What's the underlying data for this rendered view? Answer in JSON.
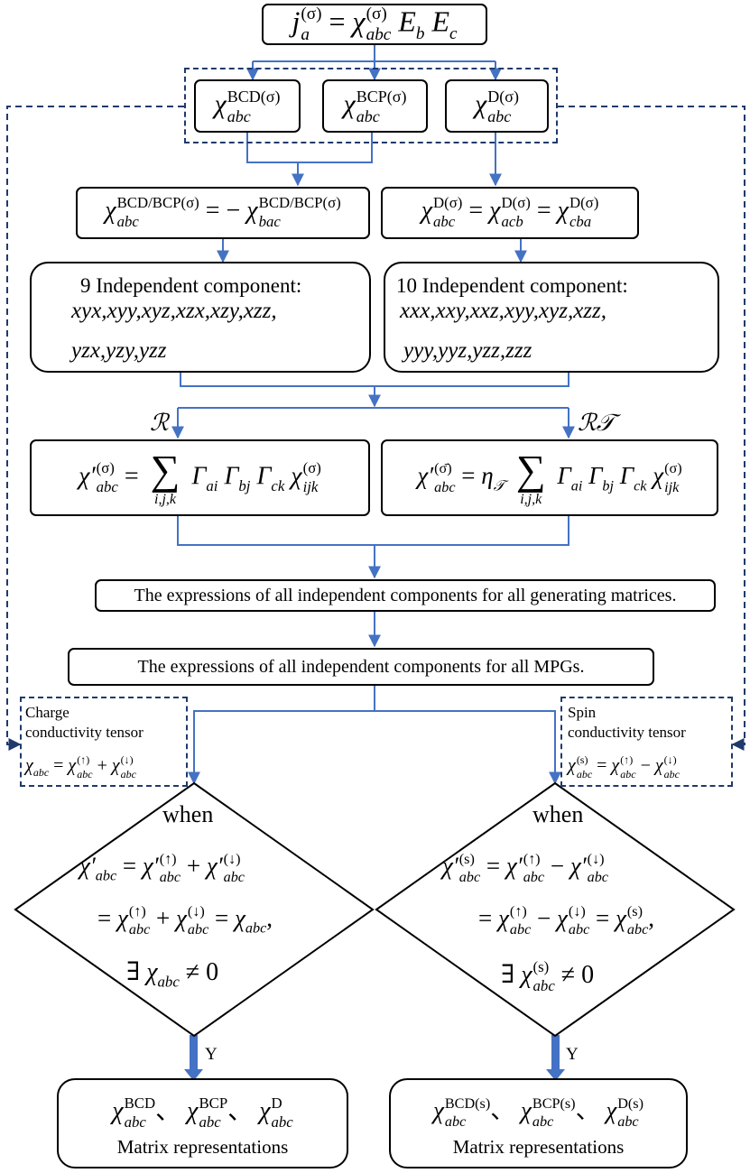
{
  "top": {
    "lhs_base": "j",
    "lhs_sub": "a",
    "lhs_sup": "(σ)",
    "eq": "=",
    "chi": "χ",
    "chi_sup": "(σ)",
    "chi_sub": "abc",
    "E": "E",
    "Eb_sub": "b",
    "Ec_sub": "c"
  },
  "types": [
    {
      "sup": "BCD(σ)",
      "sub": "abc"
    },
    {
      "sup": "BCP(σ)",
      "sub": "abc"
    },
    {
      "sup": "D(σ)",
      "sub": "abc"
    }
  ],
  "sym_left": {
    "sup": "BCD/BCP(σ)",
    "sub1": "abc",
    "eq": "= −",
    "sub2": "bac"
  },
  "sym_right": {
    "sup": "D(σ)",
    "sub1": "abc",
    "sub2": "acb",
    "sub3": "cba",
    "eq": "="
  },
  "indep_left": {
    "title": "9 Independent component:",
    "line1": "xyx,xyy,xyz,xzx,xzy,xzz,",
    "line2": "yzx,yzy,yzz"
  },
  "indep_right": {
    "title": "10 Independent component:",
    "line1": "xxx,xxy,xxz,xyy,xyz,xzz,",
    "line2": "yyy,yyz,yzz,zzz"
  },
  "ops": {
    "left": "ℛ",
    "right": "ℛ𝒯"
  },
  "transform_left": {
    "chi": "χ′",
    "sup": "(σ)",
    "sub": "abc",
    "eq": "=",
    "sum_limits": "i,j,k",
    "gamma": "Γ",
    "g1": "ai",
    "g2": "bj",
    "g3": "ck",
    "tail_sup": "(σ)",
    "tail_sub": "ijk"
  },
  "transform_right": {
    "chi": "χ′",
    "sup": "(σ̄)",
    "sub": "abc",
    "eq": "=",
    "eta": "η",
    "eta_sub": "𝒯",
    "sum_limits": "i,j,k",
    "gamma": "Γ",
    "g1": "ai",
    "g2": "bj",
    "g3": "ck",
    "tail_sup": "(σ)",
    "tail_sub": "ijk"
  },
  "expr_generating": "The expressions of all independent components for all generating matrices.",
  "expr_mpgs": "The expressions of all independent components for  all MPGs.",
  "charge": {
    "line1": "Charge",
    "line2": "conductivity tensor",
    "chi": "χ",
    "sub": "abc",
    "eq": "=",
    "plus": "+",
    "up": "(↑)",
    "down": "(↓)"
  },
  "spin": {
    "line1": "Spin",
    "line2": "conductivity tensor",
    "chi": "χ",
    "sub": "abc",
    "sup": "(s)",
    "eq": "=",
    "minus": "−",
    "up": "(↑)",
    "down": "(↓)"
  },
  "cond_left": {
    "when": "when",
    "chip": "χ′",
    "sub": "abc",
    "up": "(↑)",
    "down": "(↓)",
    "eq": "=",
    "plus": "+",
    "comma": ",",
    "exists": "∃",
    "neq": "≠ 0"
  },
  "cond_right": {
    "when": "when",
    "chip": "χ′",
    "sub": "abc",
    "s": "(s)",
    "up": "(↑)",
    "down": "(↓)",
    "eq": "=",
    "minus": "−",
    "comma": ",",
    "exists": "∃",
    "neq": "≠ 0"
  },
  "yes_label": "Y",
  "result_left": {
    "t1": "BCD",
    "t2": "BCP",
    "t3": "D",
    "sub": "abc",
    "sep": "、",
    "caption": "Matrix representations"
  },
  "result_right": {
    "t1": "BCD(s)",
    "t2": "BCP(s)",
    "t3": "D(s)",
    "sub": "abc",
    "sep": "、",
    "caption": "Matrix representations"
  },
  "colors": {
    "connector": "#4472c4",
    "dashed": "#1f3a6b",
    "thick_arrow": "#4472c4",
    "box_border": "#000000"
  }
}
